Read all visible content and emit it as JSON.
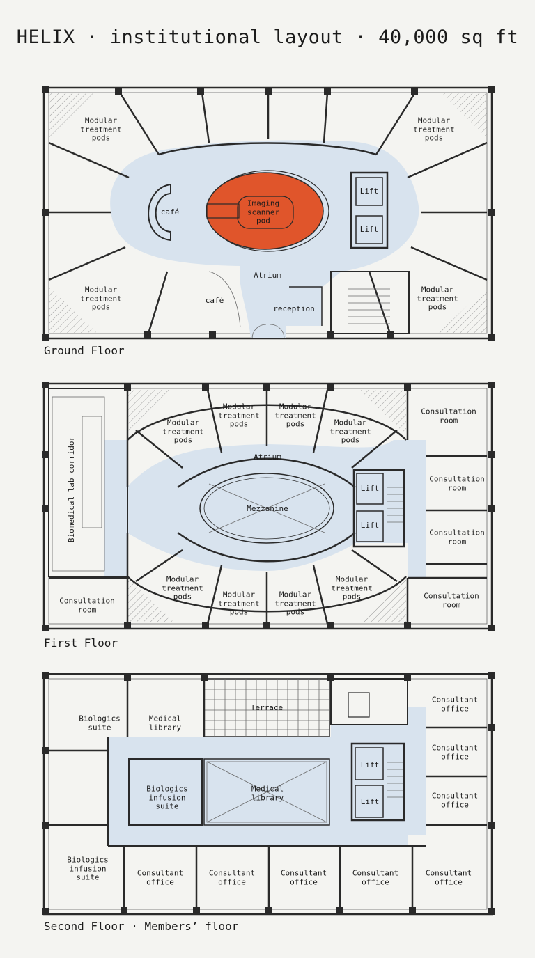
{
  "title": "HELIX · institutional layout · 40,000 sq ft",
  "colors": {
    "circulation": "#d8e3ee",
    "scanner": "#e0552b",
    "wall": "#2a2a2a",
    "paper": "#f4f4f1",
    "hatch": "#9a9a9a"
  },
  "floors": [
    {
      "name": "Ground Floor",
      "rooms": {
        "pod_tl": "Modular\ntreatment\npods",
        "pod_tr": "Modular\ntreatment\npods",
        "pod_bl": "Modular\ntreatment\npods",
        "pod_br": "Modular\ntreatment\npods",
        "cafe_1": "café",
        "scanner": "Imaging\nscanner\npod",
        "lift_1": "Lift",
        "lift_2": "Lift",
        "atrium": "Atrium",
        "cafe_2": "café",
        "reception": "reception"
      }
    },
    {
      "name": "First Floor",
      "rooms": {
        "lab": "Biomedical lab corridor",
        "pod_t1": "Modular\ntreatment\npods",
        "pod_t2": "Modular\ntreatment\npods",
        "pod_t3": "Modular\ntreatment\npods",
        "pod_t4": "Modular\ntreatment\npods",
        "consult_tr": "Consultation\nroom",
        "atrium": "Atrium",
        "mezzanine": "Mezzanine",
        "lift_1": "Lift",
        "lift_2": "Lift",
        "consult_r2": "Consultation\nroom",
        "consult_r3": "Consultation\nroom",
        "consult_bl": "Consultation\nroom",
        "pod_b1": "Modular\ntreatment\npods",
        "pod_b2": "Modular\ntreatment\npods",
        "pod_b3": "Modular\ntreatment\npods",
        "pod_b4": "Modular\ntreatment\npods",
        "consult_br": "Consultation\nroom"
      }
    },
    {
      "name": "Second Floor · Members’ floor",
      "rooms": {
        "bio_suite": "Biologics\nsuite",
        "med_lib_1": "Medical\nlibrary",
        "terrace": "Terrace",
        "office_r1": "Consultant\noffice",
        "office_r2": "Consultant\noffice",
        "office_r3": "Consultant\noffice",
        "bio_infusion_1": "Biologics\ninfusion\nsuite",
        "med_lib_2": "Medical\nlibrary",
        "lift_1": "Lift",
        "lift_2": "Lift",
        "bio_infusion_2": "Biologics\ninfusion\nsuite",
        "office_b1": "Consultant\noffice",
        "office_b2": "Consultant\noffice",
        "office_b3": "Consultant\noffice",
        "office_b4": "Consultant\noffice",
        "office_b5": "Consultant\noffice"
      }
    }
  ]
}
